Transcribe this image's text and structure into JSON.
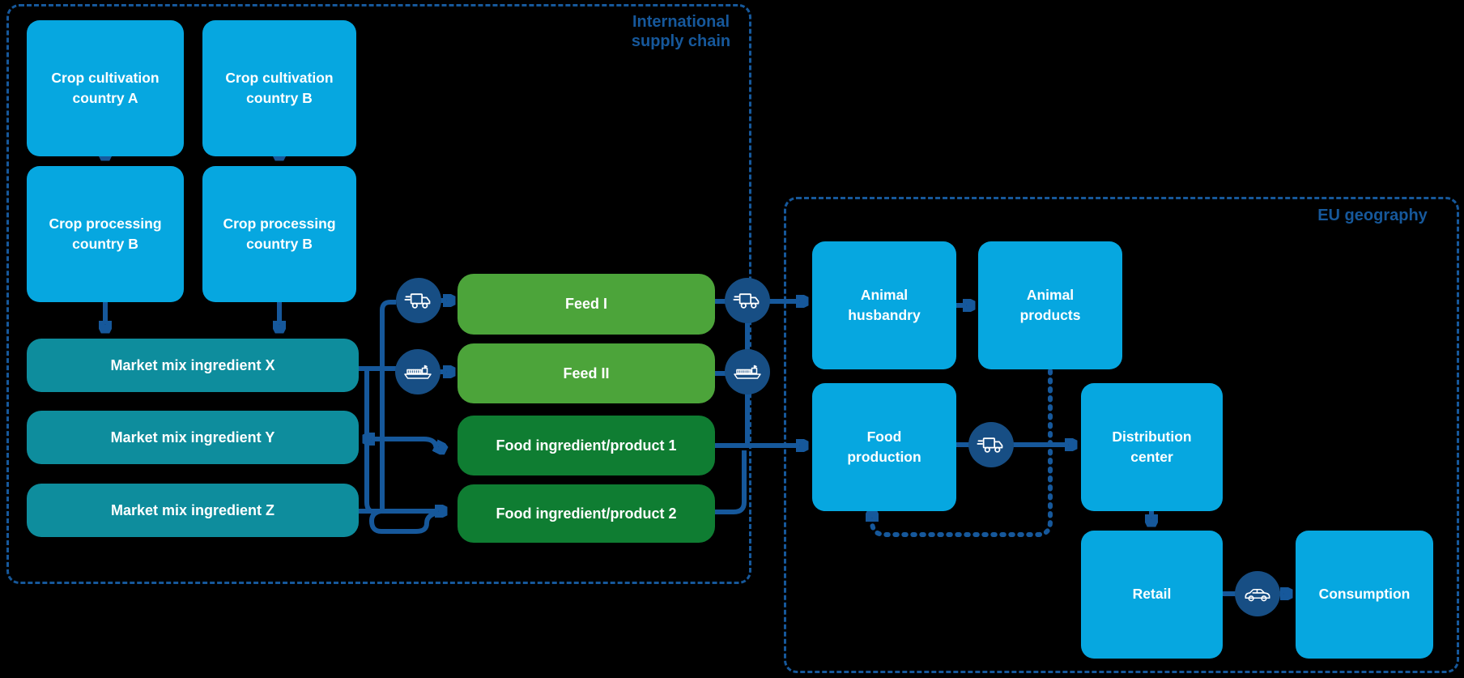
{
  "diagram_title": "Feed and food supply chain diagram",
  "containers": {
    "international": {
      "label": "International\nsupply chain"
    },
    "eu": {
      "label": "EU geography"
    }
  },
  "nodes": {
    "crop_cultivation_a": {
      "label": "Crop cultivation\ncountry A",
      "color": "#06A7E0"
    },
    "crop_cultivation_b": {
      "label": "Crop cultivation\ncountry B",
      "color": "#06A7E0"
    },
    "crop_processing_a": {
      "label": "Crop processing\ncountry B",
      "color": "#06A7E0"
    },
    "crop_processing_b": {
      "label": "Crop processing\ncountry B",
      "color": "#06A7E0"
    },
    "market_mix_x": {
      "label": "Market mix ingredient X",
      "color": "#0E8D9D"
    },
    "market_mix_y": {
      "label": "Market mix ingredient Y",
      "color": "#0E8D9D"
    },
    "market_mix_z": {
      "label": "Market mix ingredient Z",
      "color": "#0E8D9D"
    },
    "feed_1": {
      "label": "Feed I",
      "color": "#4CA43A"
    },
    "feed_2": {
      "label": "Feed II",
      "color": "#4CA43A"
    },
    "food_product_1": {
      "label": "Food ingredient/product 1",
      "color": "#0F7D32"
    },
    "food_product_2": {
      "label": "Food ingredient/product 2",
      "color": "#0F7D32"
    },
    "animal_husbandry": {
      "label": "Animal\nhusbandry",
      "color": "#06A7E0"
    },
    "animal_products": {
      "label": "Animal\nproducts",
      "color": "#06A7E0"
    },
    "food_production": {
      "label": "Food\nproduction",
      "color": "#06A7E0"
    },
    "distribution_center": {
      "label": "Distribution\ncenter",
      "color": "#06A7E0"
    },
    "retail": {
      "label": "Retail",
      "color": "#06A7E0"
    },
    "consumption": {
      "label": "Consumption",
      "color": "#06A7E0"
    }
  },
  "icons": {
    "truck": "delivery-truck-icon",
    "ship": "cargo-ship-icon",
    "car": "car-icon"
  },
  "colors": {
    "background": "#000000",
    "node_blue": "#06A7E0",
    "node_teal": "#0E8D9D",
    "feed_green": "#4CA43A",
    "food_green": "#0F7D32",
    "connector_blue": "#16589B",
    "transport_circle_blue": "#174E84",
    "label_blue": "#16589B",
    "text": "#FFFFFF"
  }
}
